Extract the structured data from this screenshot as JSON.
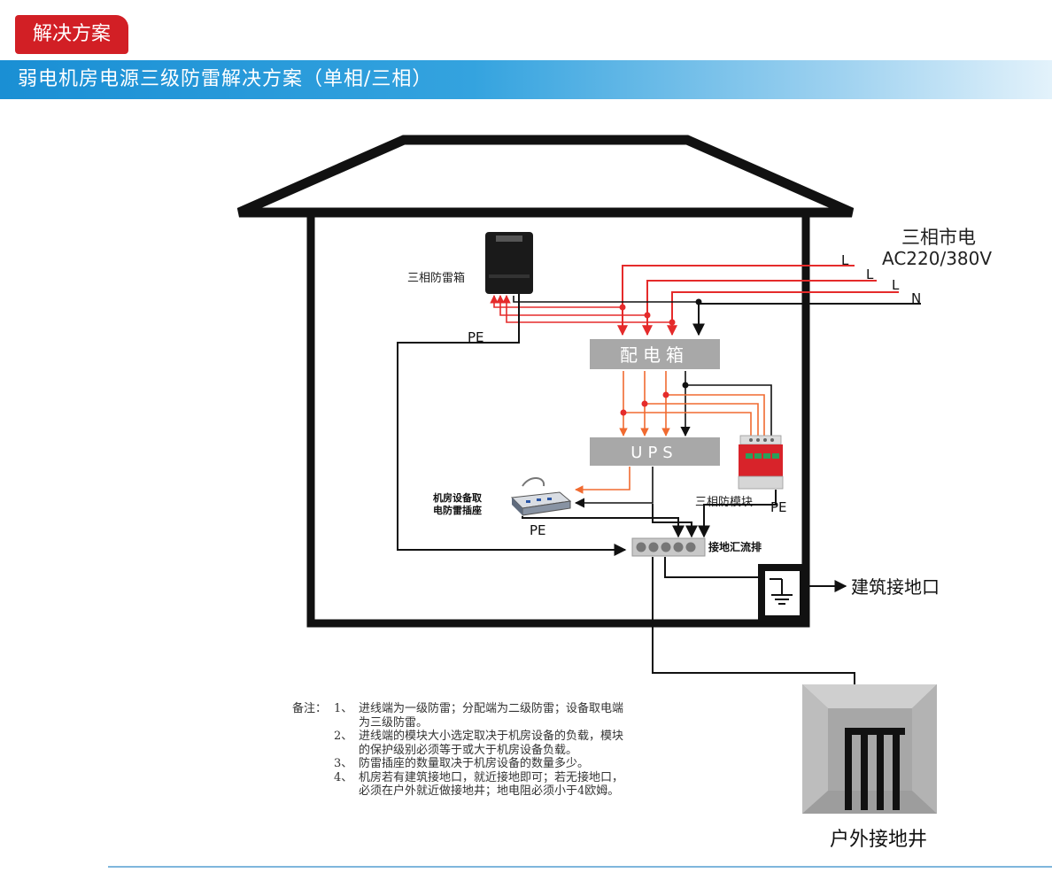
{
  "header": {
    "tag_label": "解决方案",
    "title": "弱电机房电源三级防雷解决方案（单相/三相）"
  },
  "diagram": {
    "mains_title": "三相市电",
    "mains_voltage": "AC220/380V",
    "line_labels": [
      "L",
      "L",
      "L",
      "N"
    ],
    "spd_box_label": "三相防雷箱",
    "pe_label_1": "PE",
    "distribution_box_label": "配电箱",
    "ups_label": "UPS",
    "socket_label_line1": "机房设备取",
    "socket_label_line2": "电防雷插座",
    "pe_label_2": "PE",
    "module_label": "三相防模块",
    "pe_label_3": "PE",
    "busbar_label": "接地汇流排",
    "building_ground_label": "建筑接地口",
    "outdoor_well_label": "户外接地井",
    "colors": {
      "phase_line": "#e52b2b",
      "branch_line": "#f06a30",
      "neutral_line": "#111111",
      "box_gray": "#a8a8a8"
    }
  },
  "notes": {
    "label": "备注：",
    "items": [
      {
        "num": "1、",
        "text": "进线端为一级防雷；分配端为二级防雷；设备取电端为三级防雷。"
      },
      {
        "num": "2、",
        "text": "进线端的模块大小选定取决于机房设备的负载，模块的保护级别必须等于或大于机房设备负载。"
      },
      {
        "num": "3、",
        "text": "防雷插座的数量取决于机房设备的数量多少。"
      },
      {
        "num": "4、",
        "text": "机房若有建筑接地口，就近接地即可；若无接地口，必须在户外就近做接地井；地电阻必须小于4欧姆。"
      }
    ]
  }
}
